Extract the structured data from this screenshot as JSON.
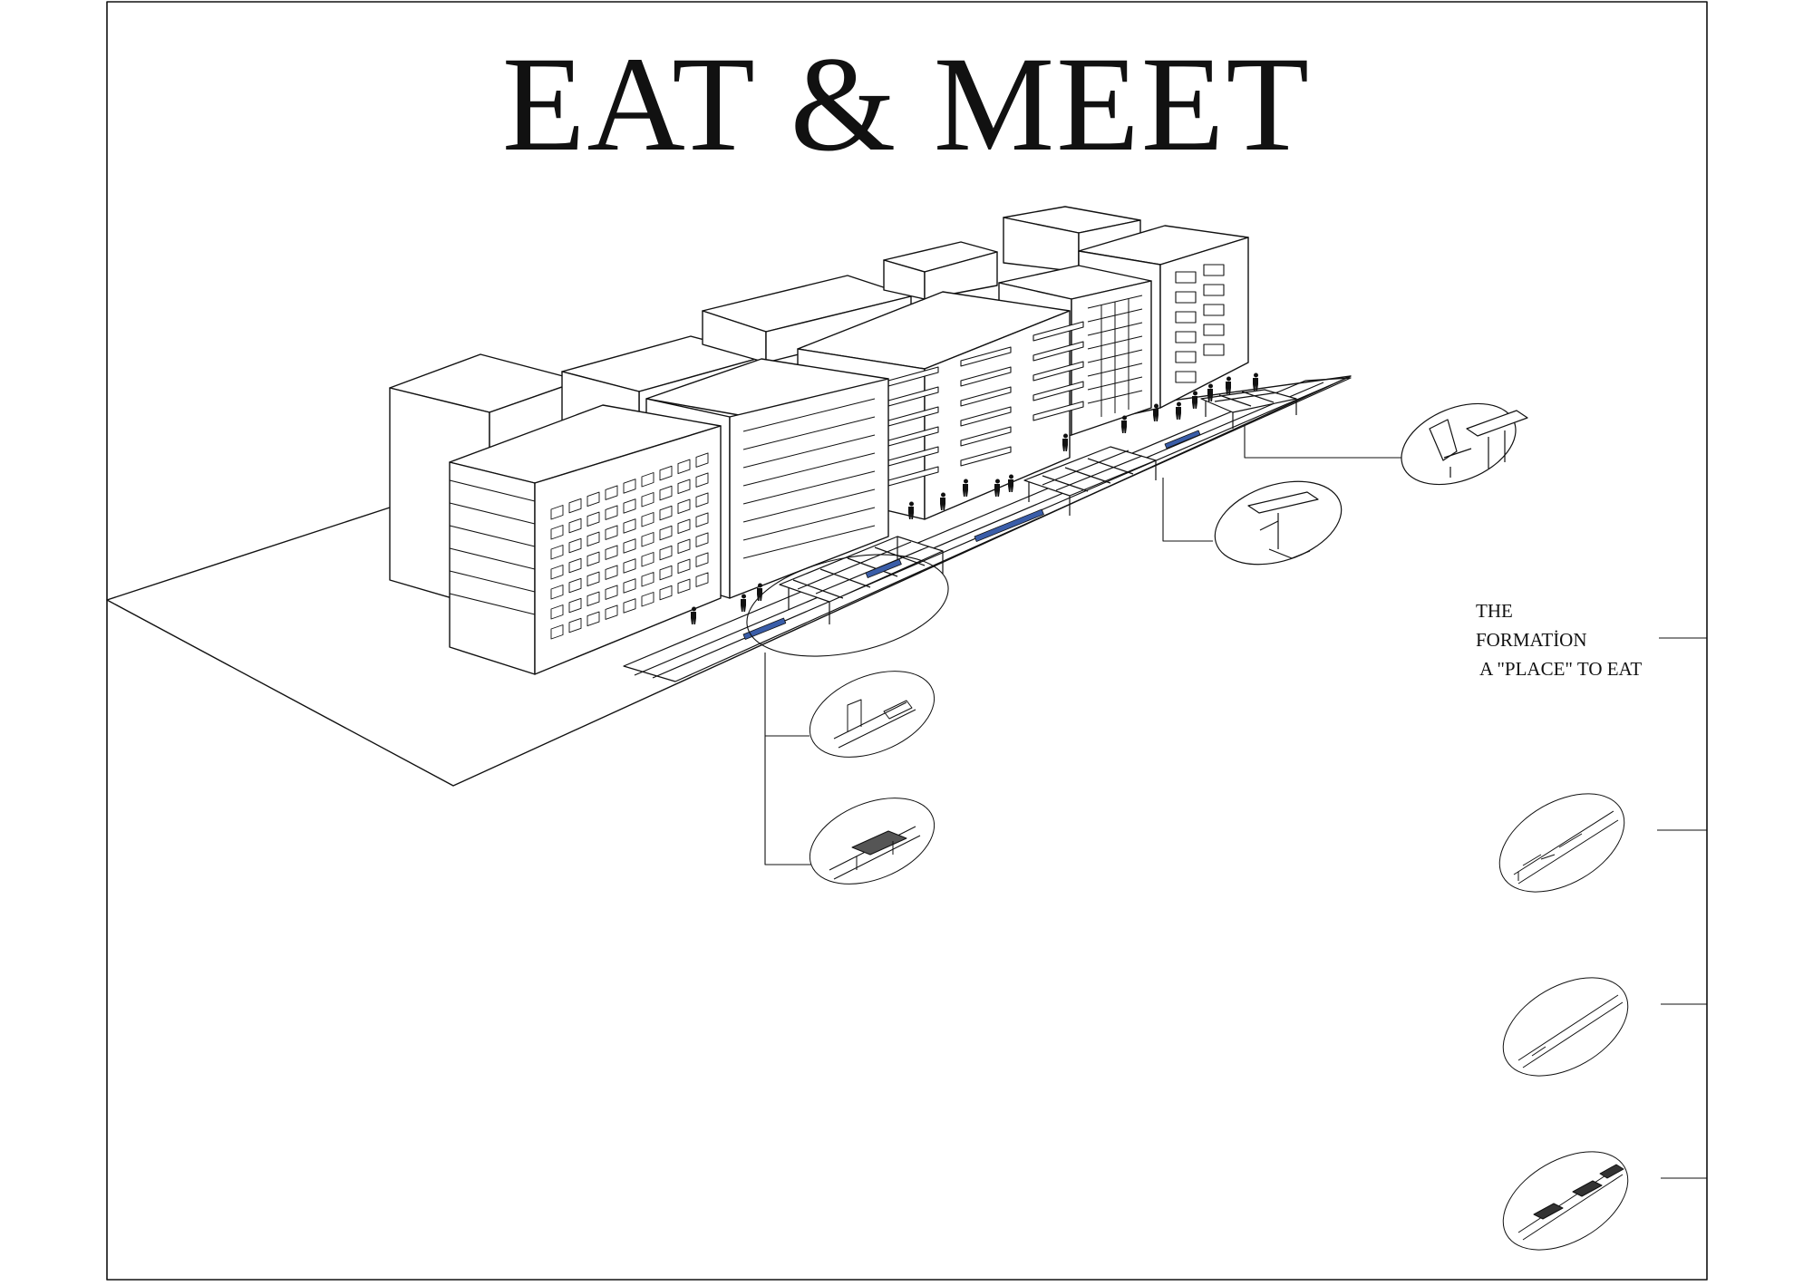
{
  "title": "EAT & MEET",
  "annotation": {
    "line1": "THE",
    "line2": "FORMATİON",
    "line3": " A \"PLACE\" TO EAT"
  },
  "colors": {
    "ink": "#111111",
    "glass": "#3a5da8",
    "paper": "#ffffff"
  }
}
